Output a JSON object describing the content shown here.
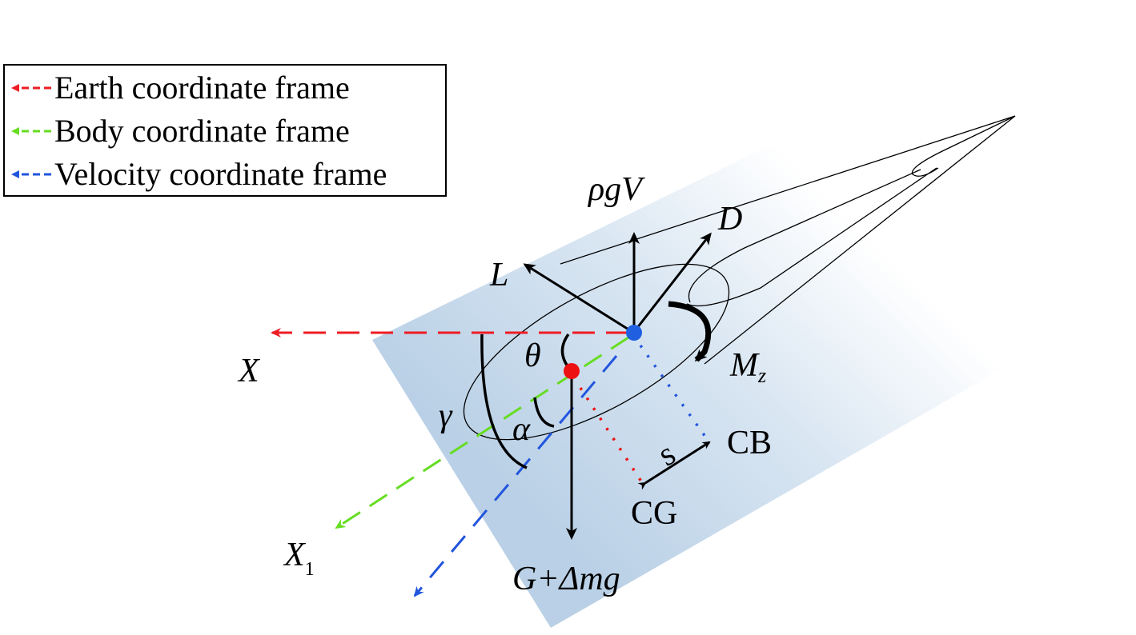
{
  "legend": [
    {
      "label": "Earth coordinate frame",
      "color": "#ee1c24"
    },
    {
      "label": "Body coordinate frame",
      "color": "#66dd22"
    },
    {
      "label": "Velocity coordinate frame",
      "color": "#2255dd"
    }
  ],
  "labels": {
    "x": "X",
    "x1_main": "X",
    "x1_sub": "1",
    "gamma": "γ",
    "theta": "θ",
    "alpha": "α",
    "lift": "L",
    "buoyancy": "ρgV",
    "drag": "D",
    "moment_main": "M",
    "moment_sub": "z",
    "s": "s",
    "cb": "CB",
    "cg": "CG",
    "gravity": "G+Δmg"
  },
  "colors": {
    "cb_dot": "#1f5fe0",
    "cg_dot": "#ee1111",
    "background": "#c9dced"
  }
}
